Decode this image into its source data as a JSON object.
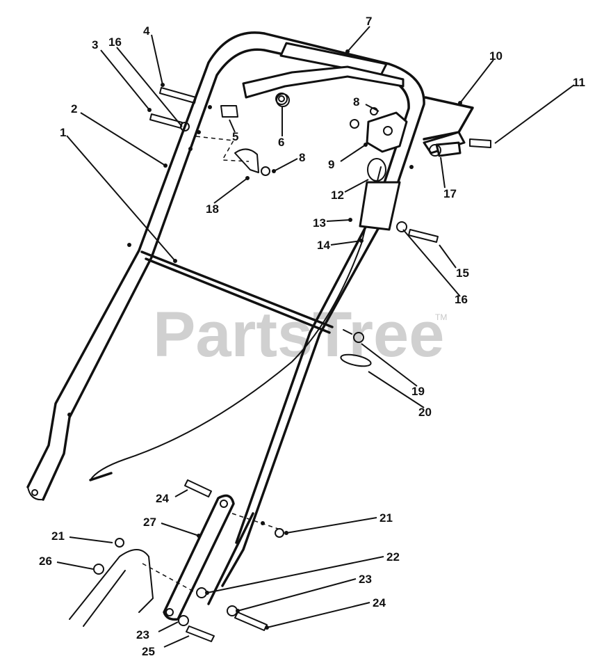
{
  "watermark": {
    "text": "PartsTree",
    "trademark": "TM",
    "color": "#c8c8c8"
  },
  "callouts": {
    "c1": "1",
    "c2": "2",
    "c3": "3",
    "c4": "4",
    "c5": "5",
    "c6": "6",
    "c7": "7",
    "c8a": "8",
    "c8b": "8",
    "c9": "9",
    "c10": "10",
    "c11": "11",
    "c12": "12",
    "c13": "13",
    "c14": "14",
    "c15": "15",
    "c16a": "16",
    "c16b": "16",
    "c17": "17",
    "c18": "18",
    "c19": "19",
    "c20": "20",
    "c21a": "21",
    "c21b": "21",
    "c22": "22",
    "c23a": "23",
    "c23b": "23",
    "c24a": "24",
    "c24b": "24",
    "c25": "25",
    "c26": "26",
    "c27": "27"
  }
}
